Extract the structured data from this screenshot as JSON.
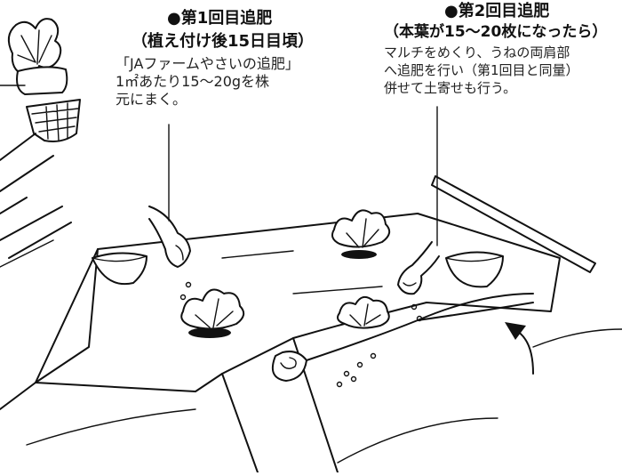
{
  "callouts": [
    {
      "heading": "●第1回目追肥",
      "subheading": "（植え付け後15日目頃）",
      "lines": [
        "「JAファームやさいの追肥」",
        "1㎡あたり15～20gを株",
        "元にまく。"
      ]
    },
    {
      "heading": "●第2回目追肥",
      "subheading": "（本葉が15～20枚になったら）",
      "lines": [
        "マルチをめくり、うねの両肩部",
        "へ追肥を行い（第1回目と同量）",
        "併せて土寄せも行う。"
      ]
    }
  ]
}
